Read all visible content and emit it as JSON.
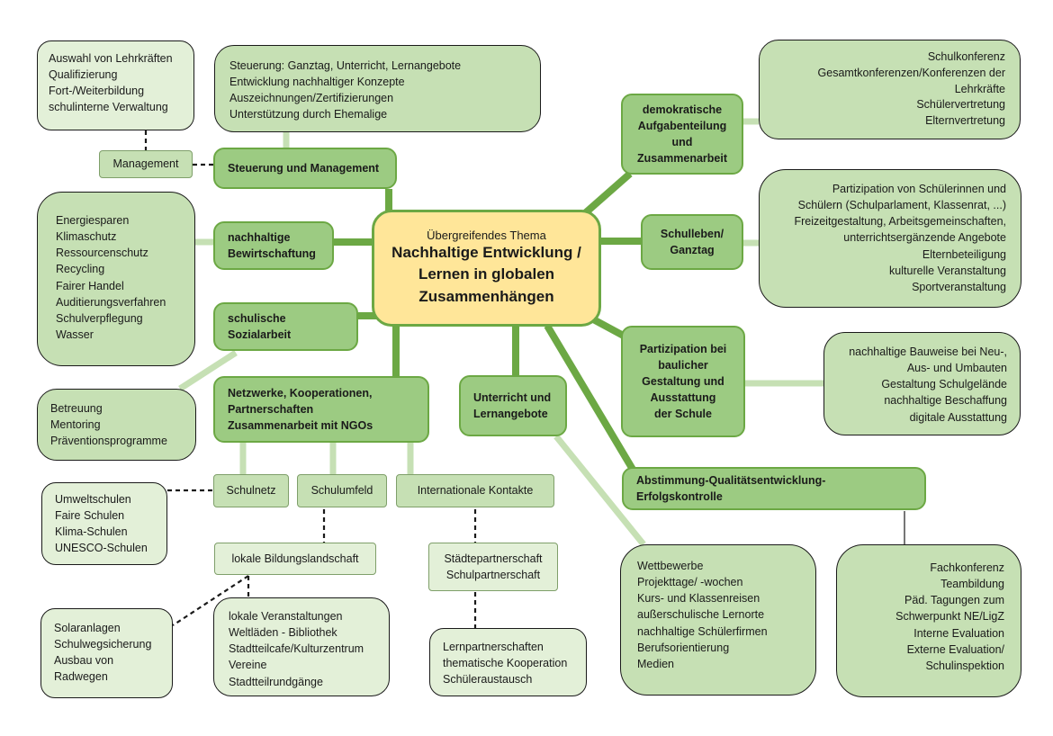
{
  "center": {
    "subtitle": "Übergreifendes Thema",
    "title_lines": [
      "Nachhaltige Entwicklung /",
      "Lernen in globalen",
      "Zusammenhängen"
    ]
  },
  "nodes": {
    "steuerung": "Steuerung und Management",
    "bewirtschaftung": [
      "nachhaltige",
      "Bewirtschaftung"
    ],
    "sozialarbeit": [
      "schulische",
      "Sozialarbeit"
    ],
    "netzwerke": [
      "Netzwerke, Kooperationen,",
      "Partnerschaften",
      "Zusammenarbeit mit NGOs"
    ],
    "unterricht": [
      "Unterricht und",
      "Lernangebote"
    ],
    "demokratisch": [
      "demokratische",
      "Aufgabenteilung",
      "und",
      "Zusammenarbeit"
    ],
    "schulleben": [
      "Schulleben/",
      "Ganztag"
    ],
    "partizipation_bau": [
      "Partizipation bei",
      "baulicher",
      "Gestaltung und",
      "Ausstattung",
      "der Schule"
    ],
    "abstimmung": "Abstimmung-Qualitätsentwicklung-Erfolgskontrolle"
  },
  "small": {
    "management": "Management",
    "schulnetz": "Schulnetz",
    "schulumfeld": "Schulumfeld",
    "international": "Internationale Kontakte",
    "bildungslandschaft": "lokale Bildungslandschaft",
    "staedtepartnerschaft": [
      "Städtepartnerschaft",
      "Schulpartnerschaft"
    ]
  },
  "leaves": {
    "lehrkraefte": [
      "Auswahl von Lehrkräften",
      "Qualifizierung",
      "Fort-/Weiterbildung",
      "schulinterne Verwaltung"
    ],
    "steuerung_detail": [
      "Steuerung: Ganztag, Unterricht, Lernangebote",
      "Entwicklung nachhaltiger Konzepte",
      "Auszeichnungen/Zertifizierungen",
      "Unterstützung durch Ehemalige"
    ],
    "energie": [
      "Energiesparen",
      "Klimaschutz",
      "Ressourcenschutz",
      "Recycling",
      "Fairer Handel",
      "Auditierungsverfahren",
      "Schulverpflegung",
      "Wasser"
    ],
    "betreuung": [
      "Betreuung",
      "Mentoring",
      "Präventionsprogramme"
    ],
    "umweltschulen": [
      "Umweltschulen",
      "Faire Schulen",
      "Klima-Schulen",
      "UNESCO-Schulen"
    ],
    "solar": [
      "Solaranlagen",
      "Schulwegsicherung",
      "Ausbau von",
      "Radwegen"
    ],
    "veranstaltungen": [
      "lokale Veranstaltungen",
      "Weltläden - Bibliothek",
      "Stadtteilcafe/Kulturzentrum",
      "Vereine",
      "Stadtteilrundgänge"
    ],
    "lernpartner": [
      "Lernpartnerschaften",
      "thematische Kooperation",
      "Schüleraustausch"
    ],
    "wettbewerbe": [
      "Wettbewerbe",
      "Projekttage/ -wochen",
      "Kurs- und Klassenreisen",
      "außerschulische Lernorte",
      "nachhaltige Schülerfirmen",
      "Berufsorientierung",
      "Medien"
    ],
    "schulkonferenz": [
      "Schulkonferenz",
      "Gesamtkonferenzen/Konferenzen der",
      "Lehrkräfte",
      "Schülervertretung",
      "Elternvertretung"
    ],
    "partizipation": [
      "Partizipation von Schülerinnen und",
      "Schülern (Schulparlament, Klassenrat, ...)",
      "Freizeitgestaltung, Arbeitsgemeinschaften,",
      "unterrichtsergänzende Angebote",
      "Elternbeteiligung",
      "kulturelle Veranstaltung",
      "Sportveranstaltung"
    ],
    "bauweise": [
      "nachhaltige Bauweise bei Neu-,",
      "Aus- und Umbauten",
      "Gestaltung Schulgelände",
      "nachhaltige Beschaffung",
      "digitale Ausstattung"
    ],
    "fachkonferenz": [
      "Fachkonferenz",
      "Teambildung",
      "Päd. Tagungen zum",
      "Schwerpunkt NE/LigZ",
      "Interne Evaluation",
      "Externe Evaluation/",
      "Schulinspektion"
    ]
  }
}
